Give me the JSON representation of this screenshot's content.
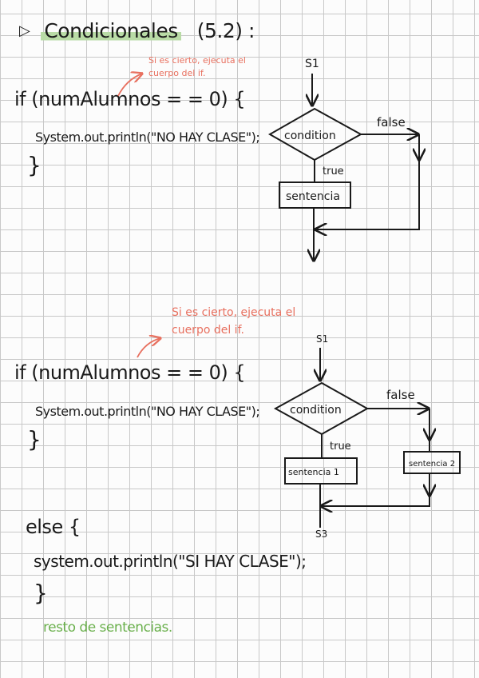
{
  "header": {
    "bullet": "▷",
    "title": "Condicionales",
    "section": "(5.2) :"
  },
  "example1": {
    "annotation_line1": "Si es cierto, ejecuta el",
    "annotation_line2": "cuerpo del if.",
    "if_line": "if (numAlumnos = = 0) {",
    "print_line": "System.out.println(\"NO HAY CLASE\");",
    "close_brace": "}",
    "flowchart": {
      "start_label": "S1",
      "condition_label": "condition",
      "true_label": "true",
      "false_label": "false",
      "statement_label": "sentencia"
    }
  },
  "example2": {
    "annotation_line1": "Si es cierto, ejecuta el",
    "annotation_line2": "cuerpo del if.",
    "if_line": "if (numAlumnos = = 0) {",
    "print_line": "System.out.println(\"NO HAY CLASE\");",
    "close_brace": "}",
    "else_line": "else {",
    "else_print_line": "system.out.println(\"SI HAY CLASE\");",
    "else_close_brace": "}",
    "rest_note": "resto de sentencias.",
    "flowchart": {
      "start_label": "S1",
      "condition_label": "condition",
      "true_label": "true",
      "false_label": "false",
      "statement1_label": "sentencia 1",
      "statement2_label": "sentencia 2",
      "end_label": "S3"
    }
  },
  "colors": {
    "ink": "#1a1a1a",
    "annotation": "#e8705f",
    "highlight": "#b9dba6",
    "green_note": "#6ab04c",
    "grid": "#c8c8c8"
  }
}
